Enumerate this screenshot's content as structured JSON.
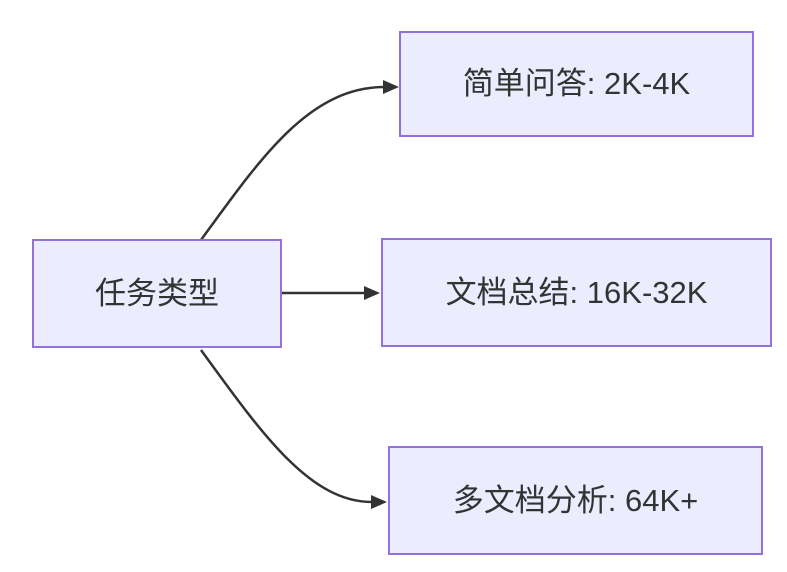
{
  "diagram": {
    "type": "flowchart",
    "direction": "left-to-right",
    "colors": {
      "background": "#ffffff",
      "node_fill": "#ECECFF",
      "node_border": "#9370DB",
      "node_text": "#333333",
      "edge_stroke": "#333333"
    },
    "root": {
      "label": "任务类型"
    },
    "children": [
      {
        "label": "简单问答: 2K-4K"
      },
      {
        "label": "文档总结: 16K-32K"
      },
      {
        "label": "多文档分析: 64K+"
      }
    ],
    "edges": [
      {
        "from": "任务类型",
        "to": "简单问答: 2K-4K"
      },
      {
        "from": "任务类型",
        "to": "文档总结: 16K-32K"
      },
      {
        "from": "任务类型",
        "to": "多文档分析: 64K+"
      }
    ]
  }
}
